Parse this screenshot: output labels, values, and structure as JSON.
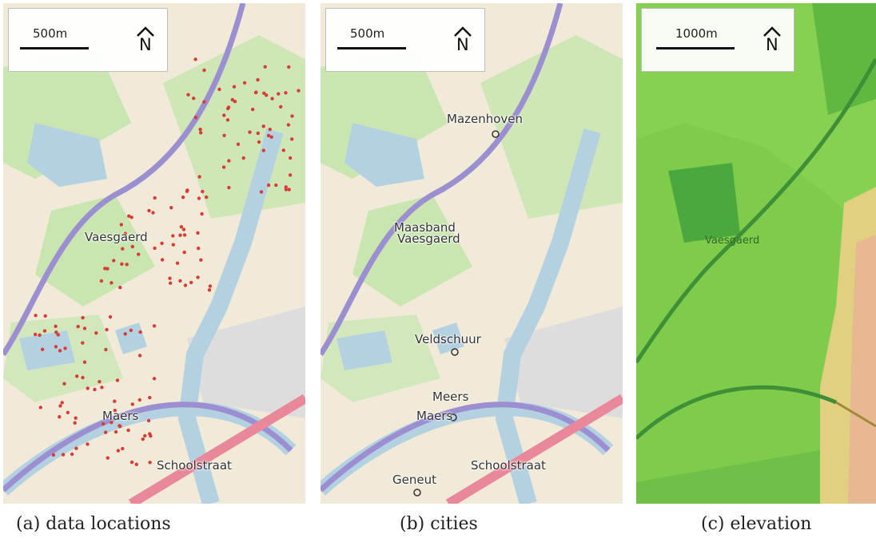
{
  "panels": {
    "a": {
      "scale_label": "500m",
      "north_label": "N",
      "place_labels": [
        "Vaesgaerd",
        "Maers",
        "Schoolstraat"
      ],
      "caption": "(a) data locations"
    },
    "b": {
      "scale_label": "500m",
      "north_label": "N",
      "place_labels": [
        "Mazenhoven",
        "Maasband",
        "Vaesgaerd",
        "Veldschuur",
        "Meers",
        "Maers",
        "Schoolstraat",
        "Geneut"
      ],
      "caption": "(b) cities"
    },
    "c": {
      "scale_label": "1000m",
      "north_label": "N",
      "place_labels": [
        "Vaesgaerd"
      ],
      "caption": "(c) elevation"
    }
  },
  "colors": {
    "land": "#f1ead8",
    "field_green": "#c9e6b0",
    "forest": "#aad199",
    "water": "#b4d1e1",
    "river_outline": "#9b8fd1",
    "highway": "#e9889b",
    "urban": "#dddddd",
    "data_point": "#d93b36",
    "elevation_low": "#4aa83f",
    "elevation_mid": "#7fcc4c",
    "elevation_high": "#e0d080"
  }
}
